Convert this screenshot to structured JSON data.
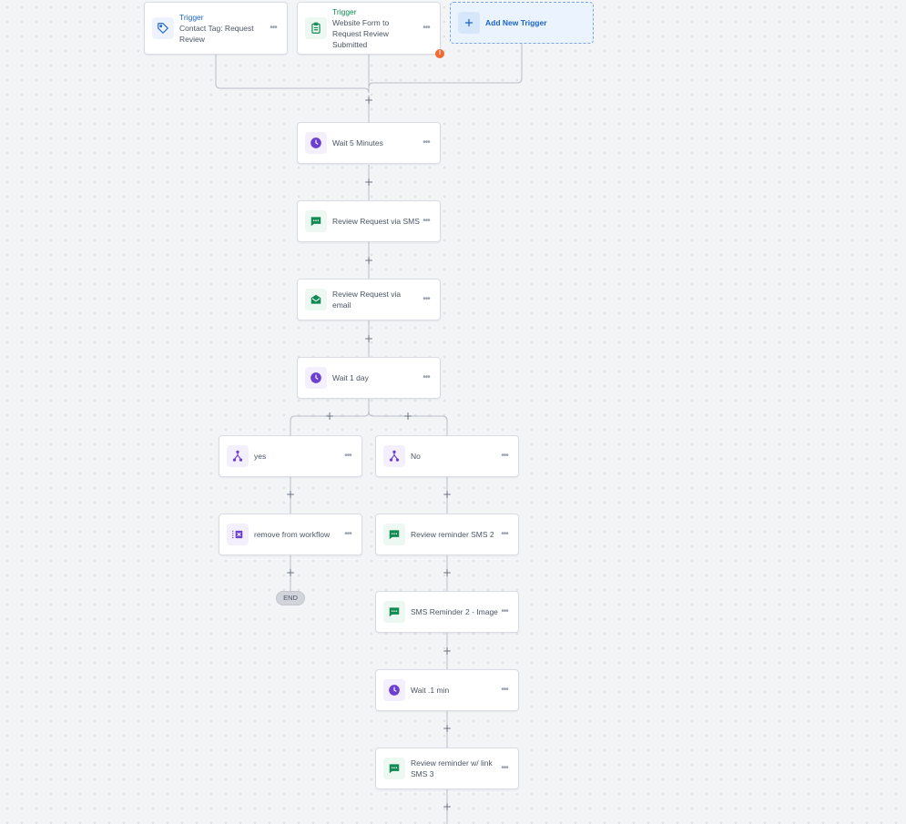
{
  "colors": {
    "trigger_blue": "#1d64c8",
    "trigger_green": "#0e8a52",
    "sms_green": "#0e8a52",
    "wait_purple": "#6d3fd1",
    "branch_purple": "#6d3fd1",
    "error_orange": "#f06a35"
  },
  "triggers": [
    {
      "title": "Trigger",
      "desc": "Contact Tag: Request Review",
      "icon": "tag-icon"
    },
    {
      "title": "Trigger",
      "desc": "Website Form to Request Review Submitted",
      "icon": "clipboard-icon",
      "error_badge": "!"
    }
  ],
  "add_trigger": {
    "label": "Add New Trigger",
    "icon": "plus-icon"
  },
  "steps": [
    {
      "label": "Wait 5 Minutes",
      "icon": "clock-icon"
    },
    {
      "label": "Review Request via SMS",
      "icon": "sms-icon"
    },
    {
      "label": "Review Request via email",
      "icon": "email-icon"
    },
    {
      "label": "Wait 1 day",
      "icon": "clock-icon"
    }
  ],
  "branches": {
    "yes": {
      "label": "yes",
      "icon": "branch-icon",
      "steps": [
        {
          "label": "remove from workflow",
          "icon": "remove-workflow-icon"
        }
      ],
      "end_label": "END"
    },
    "no": {
      "label": "No",
      "icon": "branch-icon",
      "steps": [
        {
          "label": "Review reminder SMS 2",
          "icon": "sms-icon"
        },
        {
          "label": "SMS Reminder 2 - Image",
          "icon": "sms-icon"
        },
        {
          "label": "Wait .1 min",
          "icon": "clock-icon"
        },
        {
          "label": "Review reminder w/ link SMS 3",
          "icon": "sms-icon"
        }
      ]
    }
  },
  "add_step_symbol": "+",
  "menu_symbol": "•••"
}
